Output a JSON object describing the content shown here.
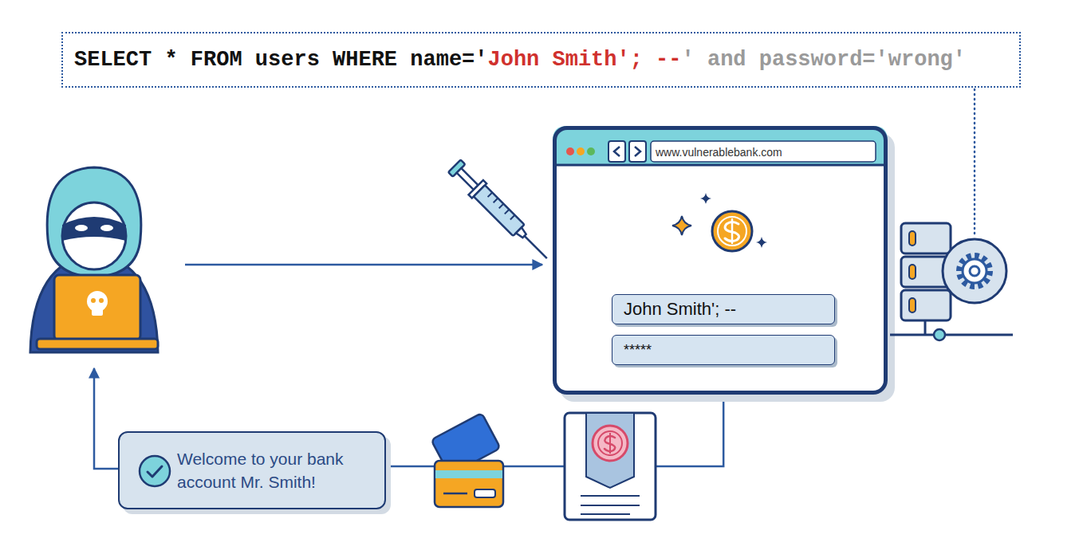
{
  "diagram": {
    "nodes": [
      {
        "text": [
          "SELECT * FROM users WHERE name='",
          "John Smith'; --",
          "' and password='wrong'"
        ]
      },
      {
        "text": [
          "www.vulnerablebank.com"
        ]
      },
      {
        "text": [
          "John Smith'; --"
        ],
        "in": 1
      },
      {
        "text": [
          "*****"
        ],
        "in": 1
      },
      {
        "text": [
          "Welcome to your bank account Mr. Smith!"
        ]
      }
    ],
    "edges": [
      {
        "from": 1,
        "to": 4,
        "arrow": "none"
      }
    ]
  }
}
